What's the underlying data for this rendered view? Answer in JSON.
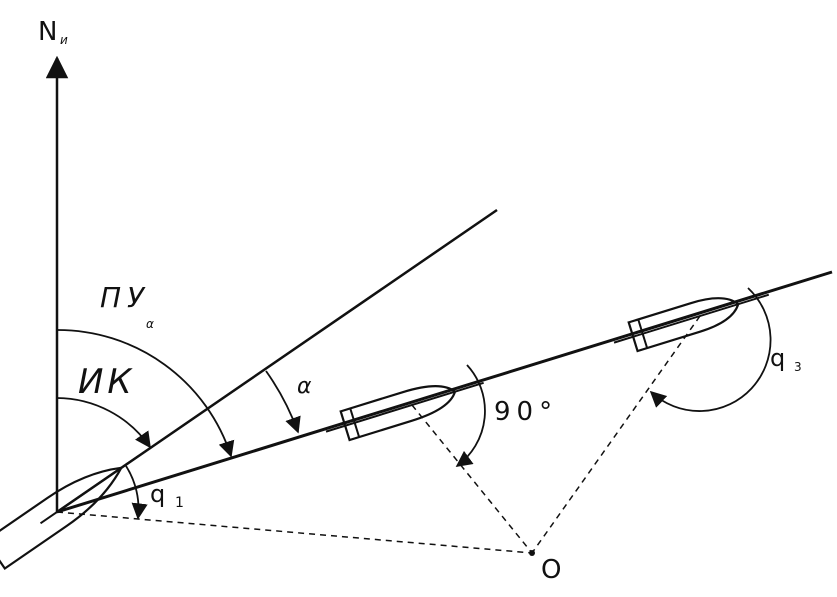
{
  "labels": {
    "north": "N",
    "north_sub": "и",
    "relative_bearing": "ПУ",
    "relative_bearing_sub": "α",
    "course": "ИК",
    "alpha": "α",
    "q1": "q",
    "q1_sub": "1",
    "right_angle": "90°",
    "q3": "q",
    "q3_sub": "3",
    "point_o": "O"
  },
  "colors": {
    "ink": "#111111",
    "background": "#ffffff"
  }
}
